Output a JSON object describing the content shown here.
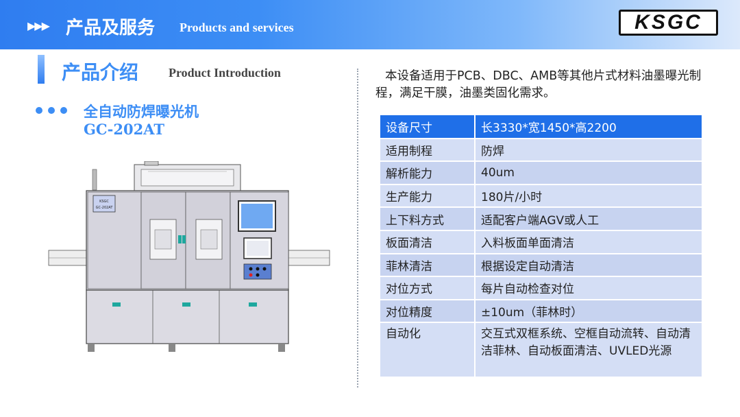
{
  "header": {
    "title": "产品及服务",
    "subtitle": "Products and services",
    "logo": "KSGC"
  },
  "section": {
    "title": "产品介绍",
    "subtitle": "Product Introduction"
  },
  "product": {
    "name_cn": "全自动防焊曝光机",
    "model": "GC-202AT",
    "panel_label_1": "KSGC",
    "panel_label_2": "GC-202AT"
  },
  "intro": "本设备适用于PCB、DBC、AMB等其他片式材料油墨曝光制程，满足干膜，油墨类固化需求。",
  "specs": [
    {
      "key": "设备尺寸",
      "value": "长3330*宽1450*高2200"
    },
    {
      "key": "适用制程",
      "value": "防焊"
    },
    {
      "key": "解析能力",
      "value": "40um"
    },
    {
      "key": "生产能力",
      "value": "180片/小时"
    },
    {
      "key": "上下料方式",
      "value": "适配客户端AGV或人工"
    },
    {
      "key": "板面清洁",
      "value": "入料板面单面清洁"
    },
    {
      "key": "菲林清洁",
      "value": "根据设定自动清洁"
    },
    {
      "key": "对位方式",
      "value": "每片自动检查对位"
    },
    {
      "key": "对位精度",
      "value": "±10um（菲林时）"
    },
    {
      "key": "自动化",
      "value": "交互式双框系统、空框自动流转、自动清洁菲林、自动板面清洁、UVLED光源"
    }
  ],
  "colors": {
    "accent": "#3d8ef5",
    "header_row": "#1f6fe8",
    "row_light": "#d4def5",
    "row_dark": "#c7d3f0"
  }
}
